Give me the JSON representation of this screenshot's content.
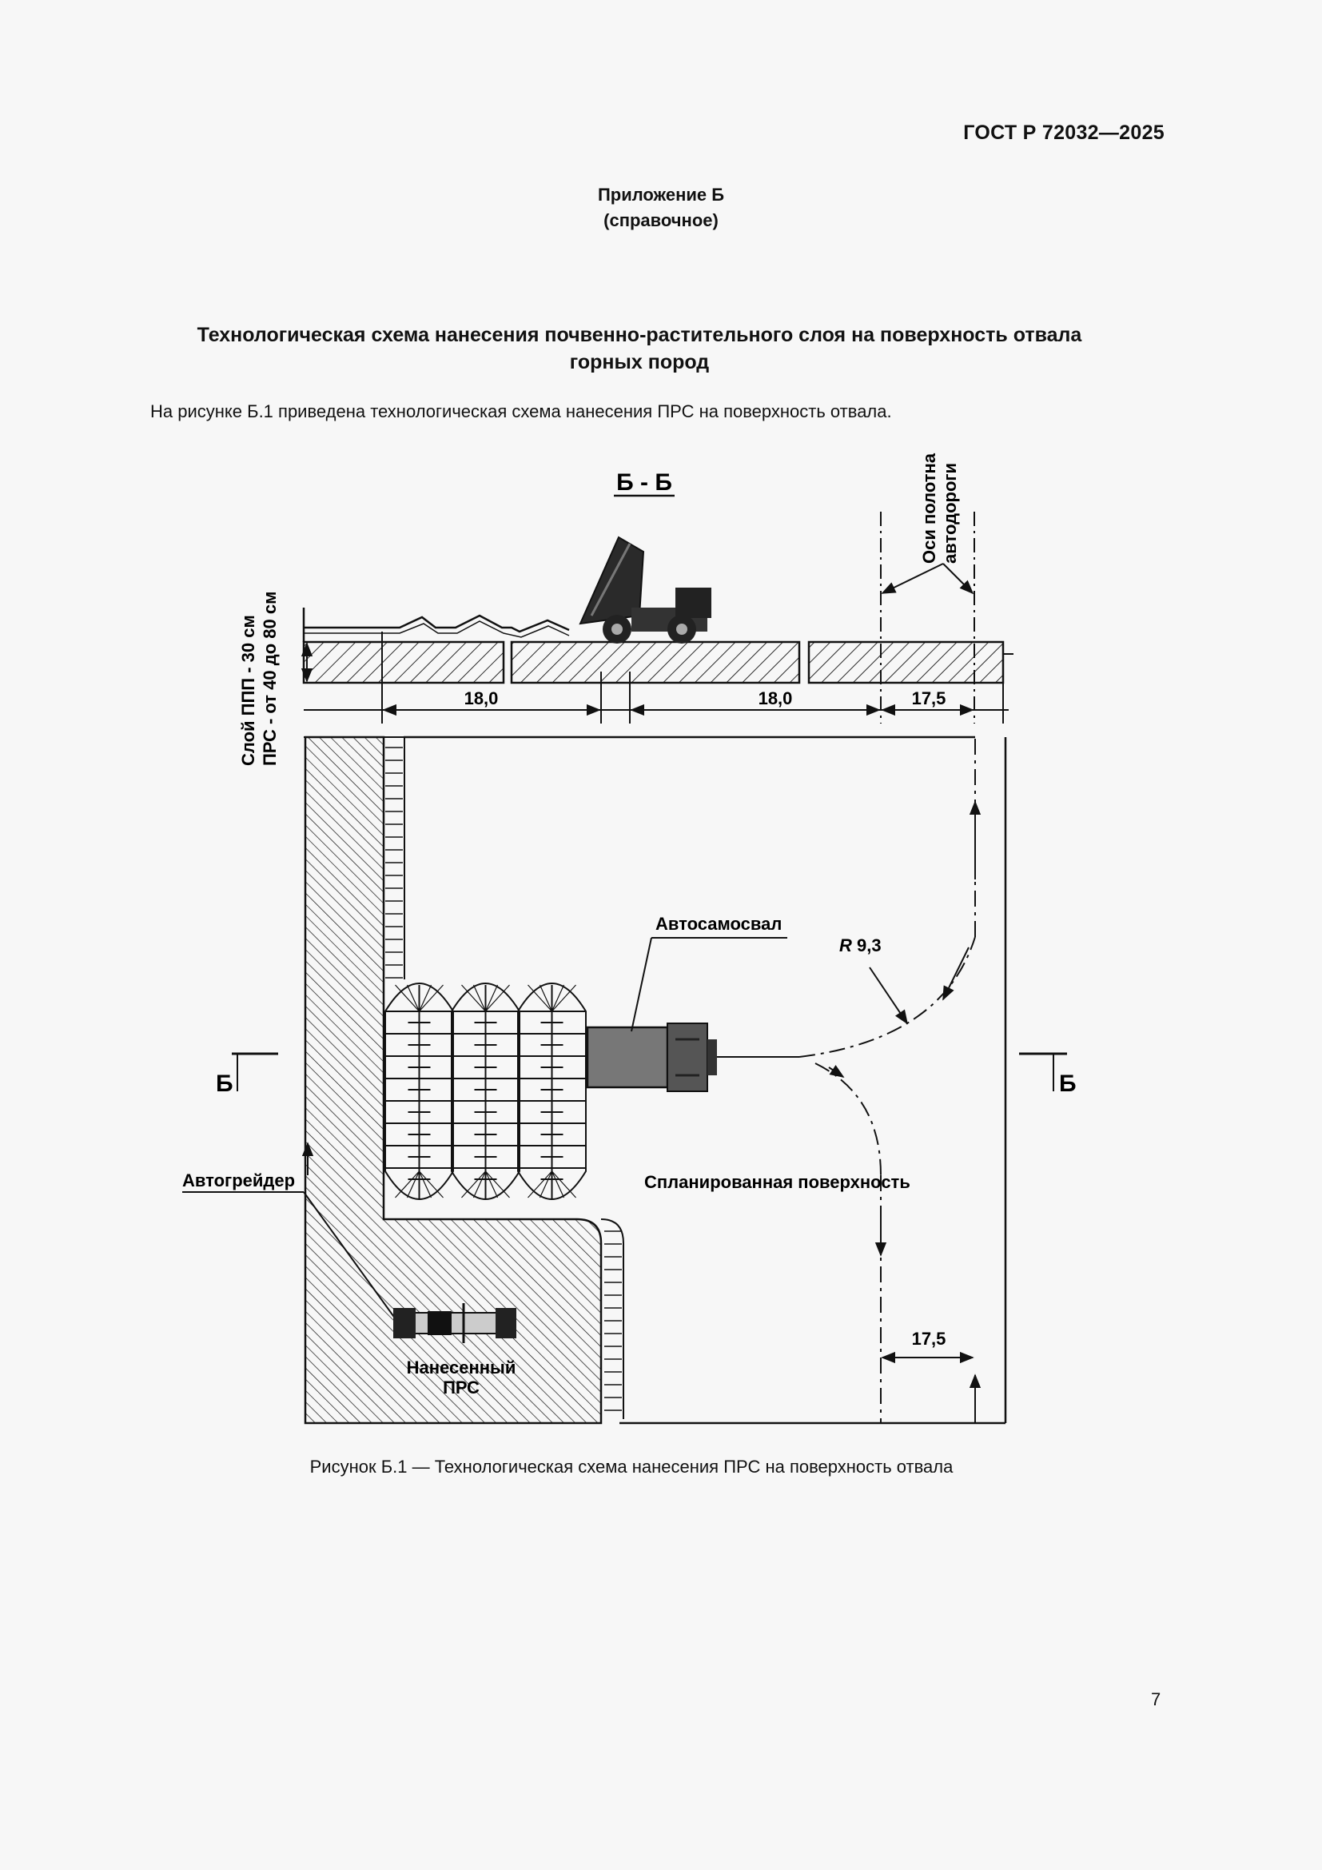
{
  "header": {
    "standard_code": "ГОСТ Р 72032—2025"
  },
  "appendix": {
    "title": "Приложение Б",
    "status": "(справочное)"
  },
  "section": {
    "title_line1": "Технологическая схема нанесения почвенно-растительного слоя на поверхность отвала",
    "title_line2": "горных  пород"
  },
  "intro_text": "На рисунке Б.1 приведена технологическая схема нанесения ПРС на поверхность отвала.",
  "figure": {
    "section_label": "Б - Б",
    "road_axis_line1": "Оси полотна",
    "road_axis_line2": "автодороги",
    "layer_label_line1": "Слой ППП - 30 см",
    "layer_label_line2": "ПРС - от 40 до 80 см",
    "dim_1": "18,0",
    "dim_2": "18,0",
    "dim_3": "17,5",
    "dim_4": "17,5",
    "dump_truck_label": "Автосамосвал",
    "radius_label_r": "R",
    "radius_label_value": "9,3",
    "cut_mark_left": "Б",
    "cut_mark_right": "Б",
    "grader_label": "Автогрейдер",
    "surface_label": "Спланированная поверхность",
    "applied_label_line1": "Нанесенный",
    "applied_label_line2": "ПРС"
  },
  "caption": "Рисунок Б.1 — Технологическая схема нанесения ПРС на поверхность отвала",
  "page_number": "7"
}
